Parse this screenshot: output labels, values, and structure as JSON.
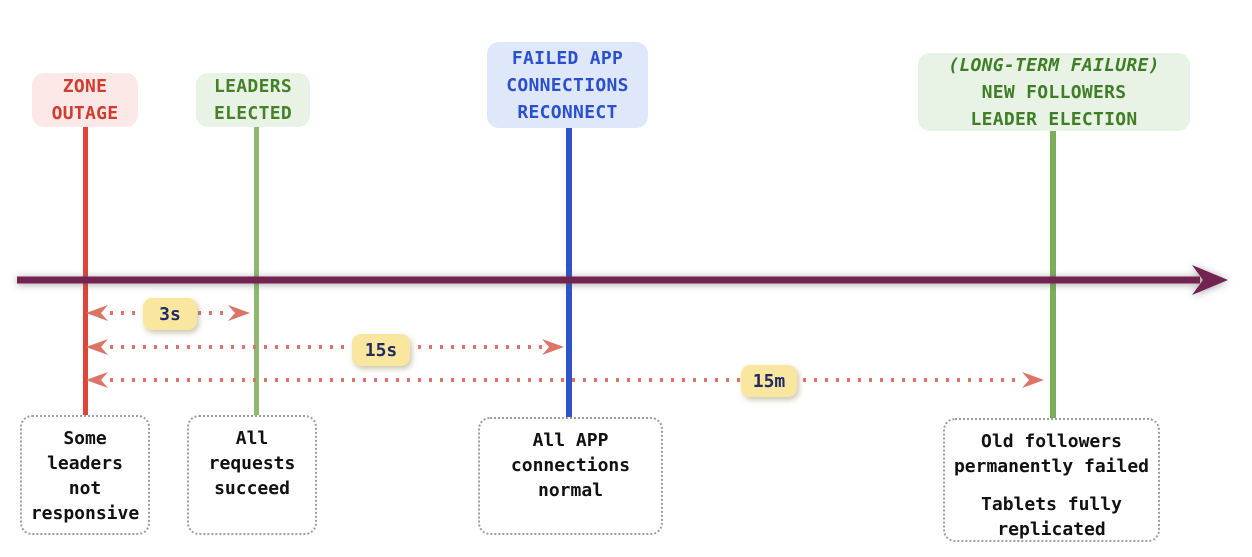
{
  "milestones": [
    {
      "name": "zone-outage",
      "label_lines": [
        "ZONE",
        "OUTAGE"
      ],
      "label_text_color": "#d23b2f",
      "label_bg_color": "#fce8e6",
      "line_color": "#e04438",
      "note_lines": [
        "Some",
        "leaders",
        "not",
        "responsive"
      ]
    },
    {
      "name": "leaders-elected",
      "label_lines": [
        "LEADERS",
        "ELECTED"
      ],
      "label_text_color": "#47802a",
      "label_bg_color": "#e9f3e5",
      "line_color": "#8cba70",
      "note_lines": [
        "All",
        "requests",
        "succeed"
      ]
    },
    {
      "name": "failed-app-connections-reconnect",
      "label_lines": [
        "FAILED APP",
        "CONNECTIONS",
        "RECONNECT"
      ],
      "label_text_color": "#2a50cd",
      "label_bg_color": "#dfe7fb",
      "line_color": "#2e53cc",
      "note_lines": [
        "All APP",
        "connections",
        "normal"
      ]
    },
    {
      "name": "long-term-failure-new-followers-leader-election",
      "label_lines": [
        "(LONG-TERM FAILURE)",
        "NEW FOLLOWERS",
        "LEADER ELECTION"
      ],
      "first_line_italic": true,
      "label_text_color": "#3f7d27",
      "label_bg_color": "#e9f3e5",
      "line_color": "#7bae5b",
      "note_lines": [
        "Old followers",
        "permanently failed",
        "",
        "Tablets fully",
        "replicated"
      ]
    }
  ],
  "durations": [
    {
      "name": "duration-3s",
      "label": "3s"
    },
    {
      "name": "duration-15s",
      "label": "15s"
    },
    {
      "name": "duration-15m",
      "label": "15m"
    }
  ],
  "colors": {
    "timeline_arrow": "#732350",
    "duration_arrow": "#dd7468",
    "badge_bg": "#f9e7a0",
    "badge_text": "#232a60",
    "note_border": "#9e9e9e",
    "note_text": "#111111"
  }
}
